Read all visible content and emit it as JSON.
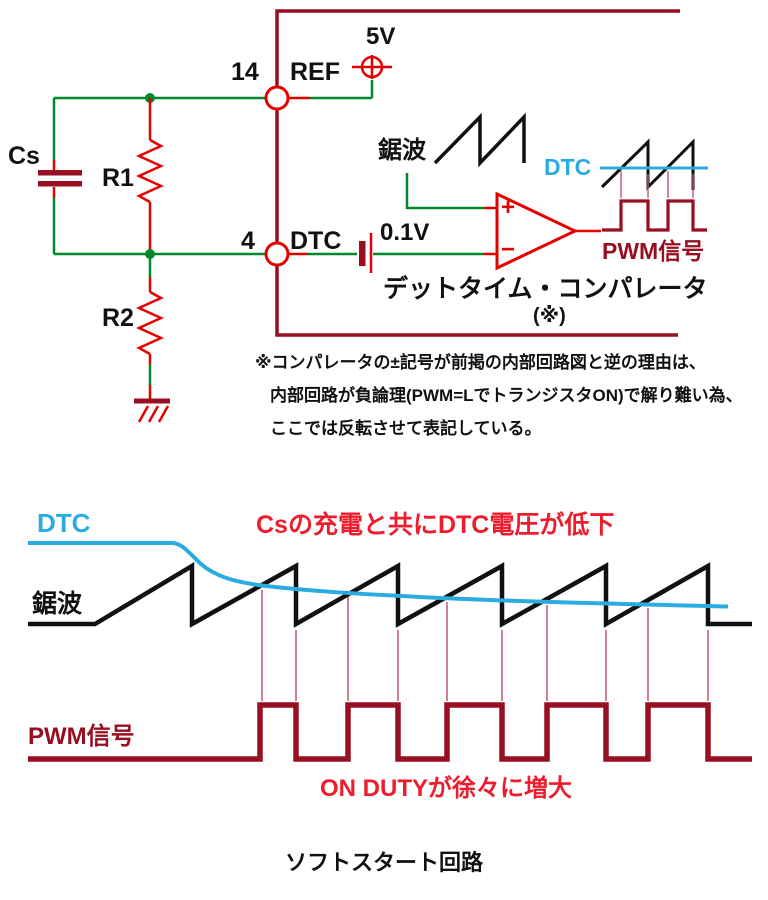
{
  "colors": {
    "background": "#ffffff",
    "dark_red": "#990f22",
    "bright_red": "#e50000",
    "annotation_red": "#ee1c2c",
    "green": "#00882a",
    "blue": "#2aabe2",
    "black": "#111111",
    "thin_line_red": "#bf5a66"
  },
  "circuit": {
    "supply_label": "5V",
    "pin14": {
      "number": "14",
      "name": "REF"
    },
    "pin4": {
      "number": "4",
      "name": "DTC"
    },
    "cap_label": "Cs",
    "r1_label": "R1",
    "r2_label": "R2",
    "battery_label": "0.1V",
    "sawtooth_label": "鋸波",
    "comparator": {
      "plus": "+",
      "minus": "−",
      "title": "デットタイム・コンパレータ",
      "note_ref": "(※)"
    },
    "mini_waveform": {
      "dtc_label": "DTC",
      "pwm_label": "PWM信号"
    },
    "note_lines": [
      "※コンパレータの±記号が前掲の内部回路図と逆の理由は、",
      "内部回路が負論理(PWM=LでトランジスタON)で解り難い為、",
      "ここでは反転させて表記している。"
    ]
  },
  "timing": {
    "dtc_label": "DTC",
    "dtc_annotation": "Csの充電と共にDTC電圧が低下",
    "sawtooth_label": "鋸波",
    "pwm_label": "PWM信号",
    "duty_annotation": "ON DUTYが徐々に増大",
    "title": "ソフトスタート回路"
  }
}
